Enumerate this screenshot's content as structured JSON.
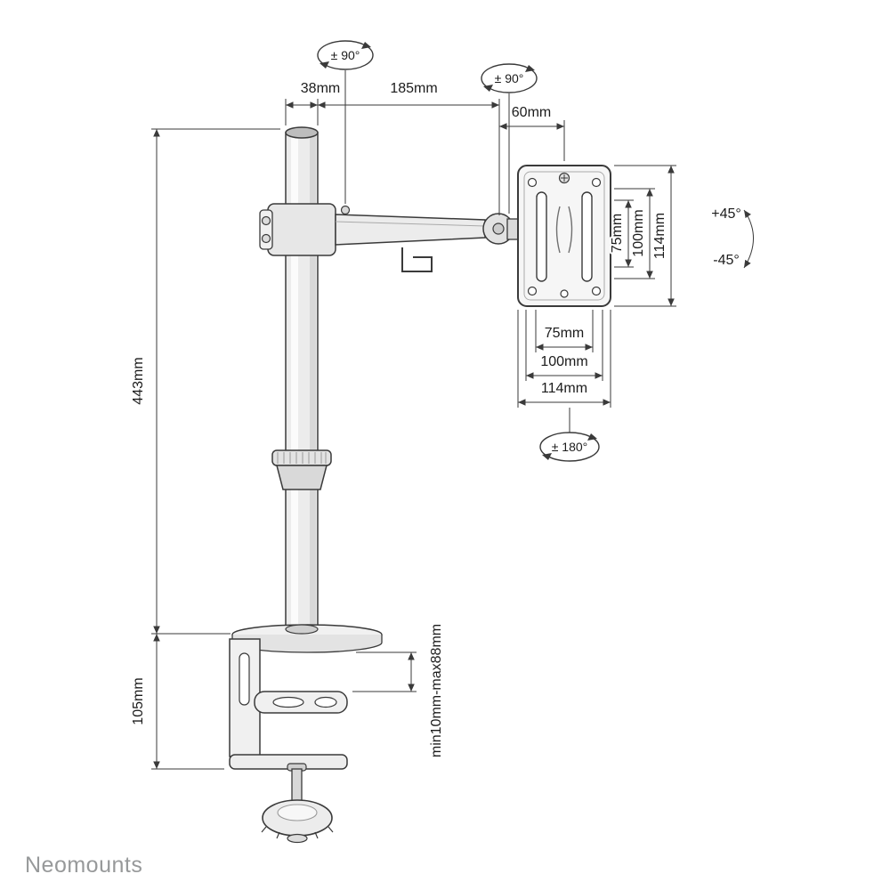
{
  "brand": {
    "logo_text": "Neomounts"
  },
  "annotations": {
    "pole_rotation": "± 90°",
    "arm_rotation": "± 90°",
    "vesa_rotation": "± 180°",
    "tilt_up": "+45°",
    "tilt_down": "-45°"
  },
  "dimensions": {
    "pole_diameter": "38mm",
    "arm_reach": "185mm",
    "head_depth": "60mm",
    "pole_height": "443mm",
    "clamp_height": "105mm",
    "desk_thickness_range": "min10mm-max88mm",
    "vesa_vertical": {
      "v75": "75mm",
      "v100": "100mm",
      "v114": "114mm"
    },
    "vesa_horizontal": {
      "h75": "75mm",
      "h100": "100mm",
      "h114": "114mm"
    }
  }
}
